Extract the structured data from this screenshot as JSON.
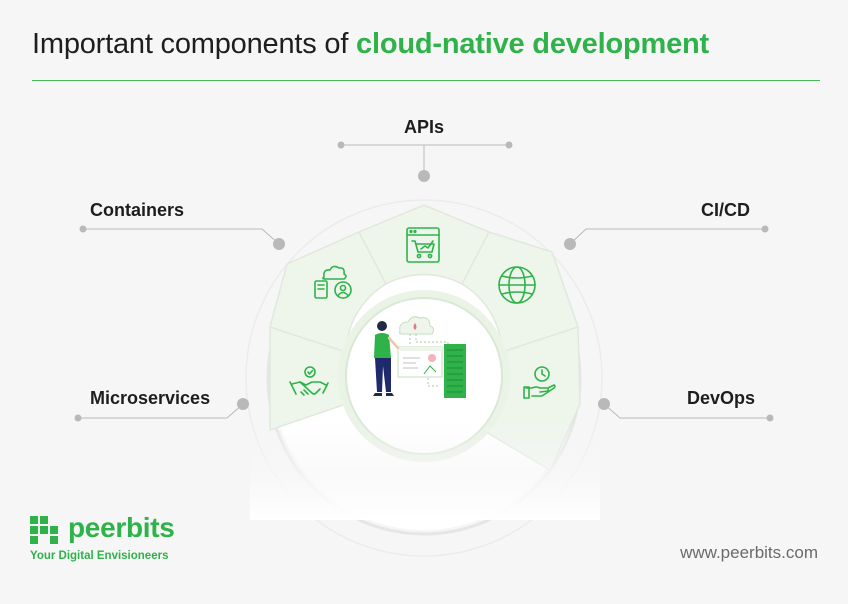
{
  "title": {
    "prefix": "Important components of",
    "accent": "cloud-native development"
  },
  "components": {
    "apis": "APIs",
    "containers": "Containers",
    "cicd": "CI/CD",
    "microservices": "Microservices",
    "devops": "DevOps"
  },
  "icons": [
    "web-store-chart-icon",
    "globe-icon",
    "hand-clock-icon",
    "handshake-icon",
    "cloud-devices-user-icon",
    "developer-server-icon"
  ],
  "colors": {
    "accent": "#2fb24a",
    "segment_fill": "#eef6ec",
    "dot": "#b9b9b9",
    "text": "#1e1e1e"
  },
  "branding": {
    "logo_text": "peerbits",
    "tagline": "Your Digital Envisioneers",
    "website": "www.peerbits.com"
  }
}
